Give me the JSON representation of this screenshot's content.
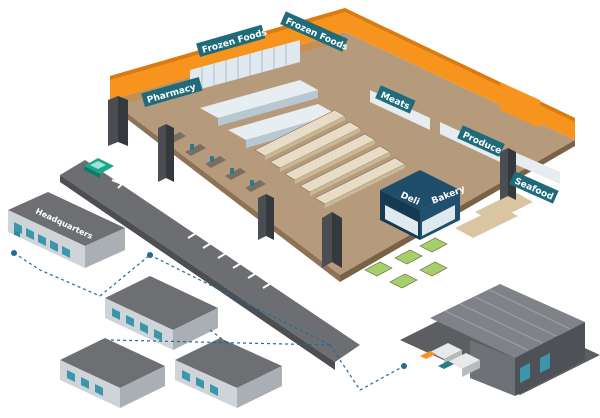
{
  "store": {
    "sections": {
      "pharmacy": "Pharmacy",
      "frozen_foods_1": "Frozen Foods",
      "frozen_foods_2": "Frozen Foods",
      "meats": "Meats",
      "produce": "Produce",
      "seafood": "Seafood",
      "deli": "Deli",
      "bakery": "Bakery"
    }
  },
  "headquarters": {
    "label": "Headquarters"
  },
  "colors": {
    "wall_orange": "#f7941d",
    "sign_teal": "#1f6b7a",
    "floor": "#b59a7c",
    "roof_gray": "#8a8d91",
    "connector": "#1f6b9a"
  }
}
